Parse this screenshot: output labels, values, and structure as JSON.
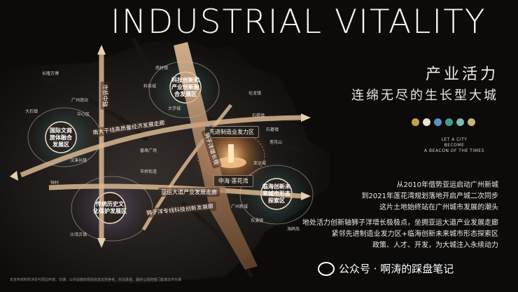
{
  "header": {
    "title_en": "INDUSTRIAL VITALITY",
    "title_cn": "产业活力",
    "subtitle_cn": "连绵无尽的生长型大城"
  },
  "slogan": {
    "line1": "LET A CITY",
    "line2": "BECOME",
    "line3": "A BEACON OF THE TIMES"
  },
  "description": {
    "para1": [
      "从2010年借势亚运启动广州新城",
      "到2021年莲花湾规划落地开启产城二次同步",
      "这片土地始终站在广州城市发展的潮头"
    ],
    "para2": [
      "地处活力创新轴狮子洋增长极极点，坐拥亚运大道产业发展走廊",
      "紧邻先进制造业发力区+临海创新未来城市形态探索区",
      "政策、人才、开发，为大城注入永续动力"
    ]
  },
  "map": {
    "zones": {
      "innovation": [
        "科技创新和",
        "产业创新融",
        "合发展区"
      ],
      "culture": [
        "国际文商",
        "旅体融合",
        "发展区"
      ],
      "heritage": [
        "传统历史文",
        "化保护发展区"
      ],
      "manufacturing": "先进制造业发力区",
      "coastal": [
        "临海创新未",
        "来城市形态",
        "探索区"
      ]
    },
    "axes": {
      "lianhua_axis": "南大干线高质量经济发展走廊",
      "yayun_corridor": "亚运大道产业发展走廊",
      "shiziyang_axis": "狮子洋增长极",
      "spine": "市桥中轴",
      "lion_link": "狮子洋专线科技创新发展廊"
    },
    "project_marker": "中海·莲花湾",
    "pins": [
      "长隆万博",
      "科技城",
      "广州南站",
      "大石镇",
      "中心区",
      "化龙镇",
      "石楼镇",
      "莲花山",
      "亚运城",
      "番禺广场",
      "汉溪长隆",
      "市桥街道",
      "钟村",
      "大学城",
      "南村镇",
      "沙湾古镇",
      "东涌镇",
      "海鸥岛",
      "石碁镇",
      "广州新城"
    ]
  },
  "footnote": "本宣传资料所涉及与周边环境、交通、公共设施的规划信息仅供参考，并非承诺，最终以政府部门批准文件为准",
  "watermark": "公众号 · 啊涛的踩盘笔记",
  "colors": {
    "accent": "#c9a27a",
    "glow": "#f0b070",
    "background": "#0c0b0a"
  }
}
